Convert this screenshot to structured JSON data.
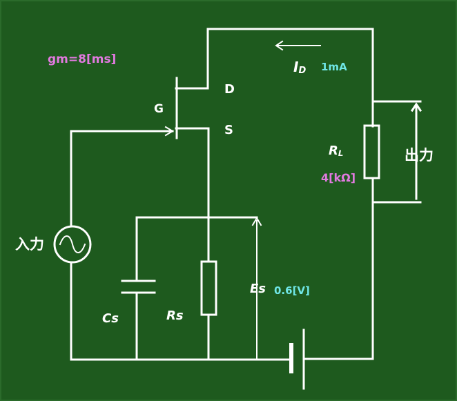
{
  "labels": {
    "gm": "gm=8[ms]",
    "drain": "D",
    "gate": "G",
    "source": "S",
    "id_main": "I",
    "id_sub": "D",
    "id_value": "1mA",
    "rl_main": "R",
    "rl_sub": "L",
    "rl_value": "4[kΩ]",
    "output": "出力",
    "input": "入力",
    "es": "Es",
    "es_value": "0.6[V]",
    "cs": "Cs",
    "rs": "Rs"
  },
  "colors": {
    "background": "#1e5a1e",
    "wire": "#ffffff",
    "value_pink": "#e27ae0",
    "value_cyan": "#6fe6e6"
  },
  "icons": {
    "source_symbol": "ac-source-icon",
    "current_arrow": "arrow-left-icon"
  }
}
